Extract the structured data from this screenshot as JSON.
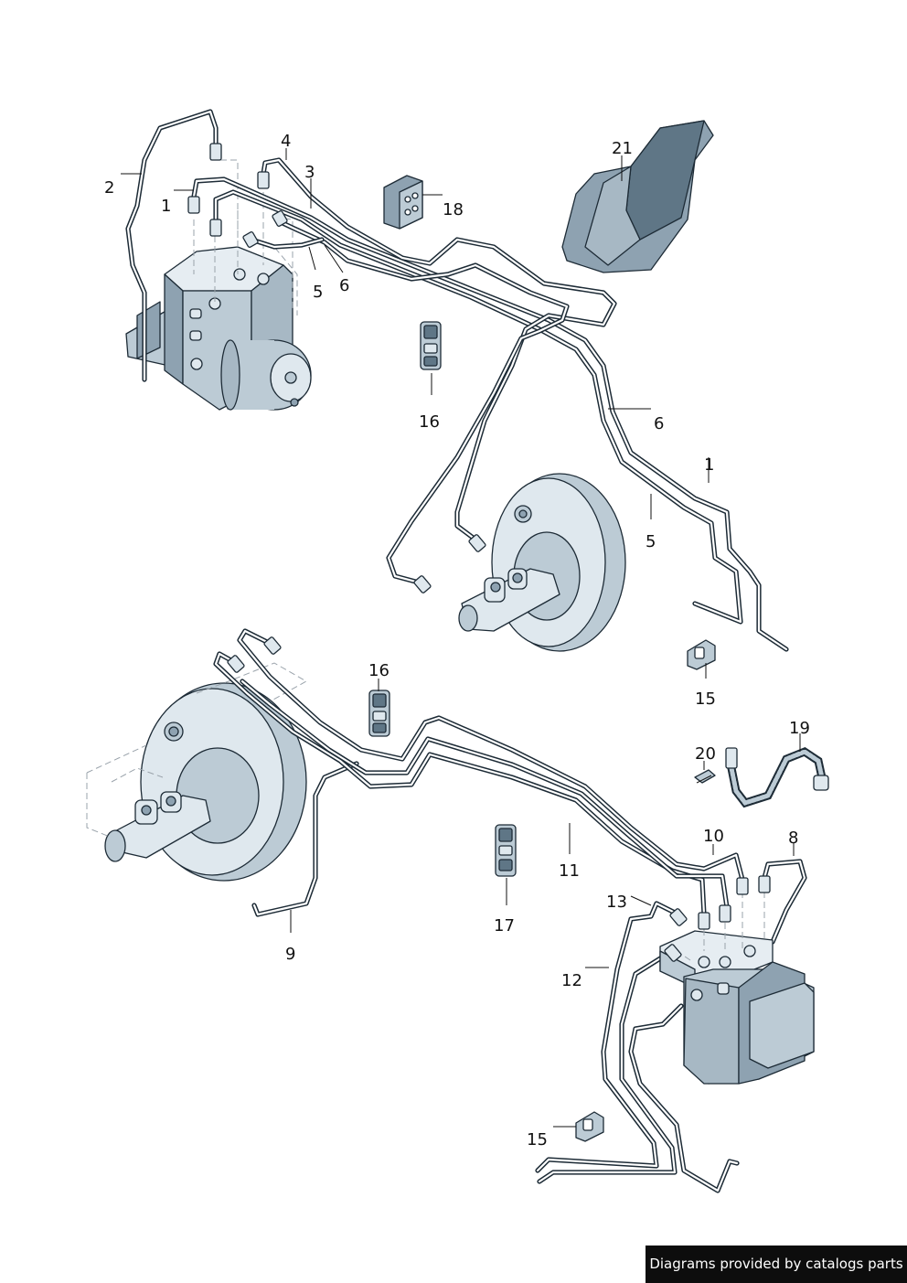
{
  "callouts": [
    {
      "id": "c2",
      "text": "2"
    },
    {
      "id": "c1a",
      "text": "1"
    },
    {
      "id": "c4",
      "text": "4"
    },
    {
      "id": "c3",
      "text": "3"
    },
    {
      "id": "c18",
      "text": "18"
    },
    {
      "id": "c21",
      "text": "21"
    },
    {
      "id": "c5a",
      "text": "5"
    },
    {
      "id": "c6a",
      "text": "6"
    },
    {
      "id": "c16a",
      "text": "16"
    },
    {
      "id": "c6b",
      "text": "6"
    },
    {
      "id": "c1b",
      "text": "1"
    },
    {
      "id": "c5b",
      "text": "5"
    },
    {
      "id": "c15a",
      "text": "15"
    },
    {
      "id": "c16b",
      "text": "16"
    },
    {
      "id": "c19",
      "text": "19"
    },
    {
      "id": "c20",
      "text": "20"
    },
    {
      "id": "c10",
      "text": "10"
    },
    {
      "id": "c8",
      "text": "8"
    },
    {
      "id": "c11",
      "text": "11"
    },
    {
      "id": "c17",
      "text": "17"
    },
    {
      "id": "c13",
      "text": "13"
    },
    {
      "id": "c9",
      "text": "9"
    },
    {
      "id": "c12",
      "text": "12"
    },
    {
      "id": "c15b",
      "text": "15"
    }
  ],
  "footer": {
    "credit": "Diagrams provided by catalogs parts"
  },
  "colors": {
    "line": "#1d2b36",
    "part_light": "#dfe8ee",
    "part_mid": "#bccbd5",
    "part_dark": "#8ea2b1",
    "banner": "#0d0d0d"
  }
}
